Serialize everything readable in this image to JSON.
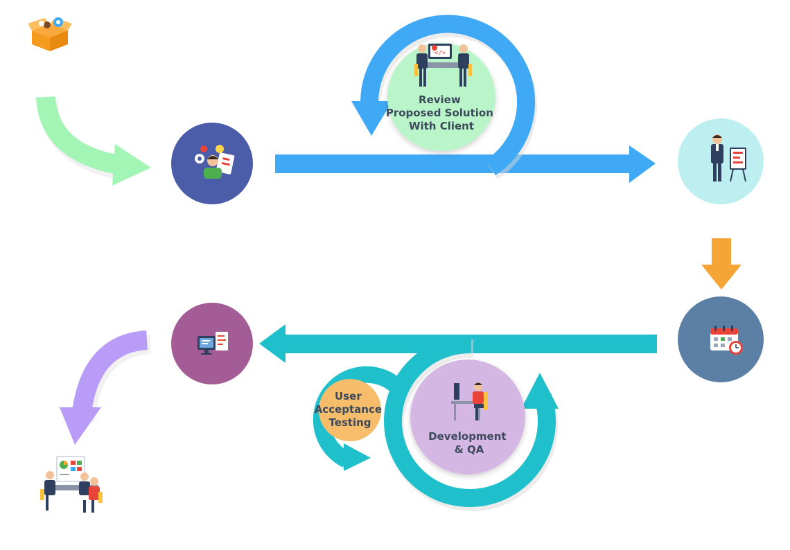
{
  "nodes": {
    "review": {
      "line1": "Review",
      "line2": "Proposed Solution",
      "line3": "With Client"
    },
    "uat": {
      "line1": "User",
      "line2": "Acceptance",
      "line3": "Testing"
    },
    "dev": {
      "line1": "Development",
      "line2": "& QA"
    }
  },
  "colors": {
    "start_arrow": "#a3f5b5",
    "blue_flow": "#3fa9f5",
    "orange_arrow": "#f5a436",
    "teal_flow": "#20bfcc",
    "purple_arrow": "#b89cf7",
    "analysis_circle": "#4b5da8",
    "review_circle": "#b9f5c8",
    "presentation_circle": "#bdeef0",
    "planning_circle": "#5b7fa5",
    "design_circle": "#a35c96",
    "dev_circle": "#d4b8e3",
    "uat_circle": "#f7bd6a"
  }
}
